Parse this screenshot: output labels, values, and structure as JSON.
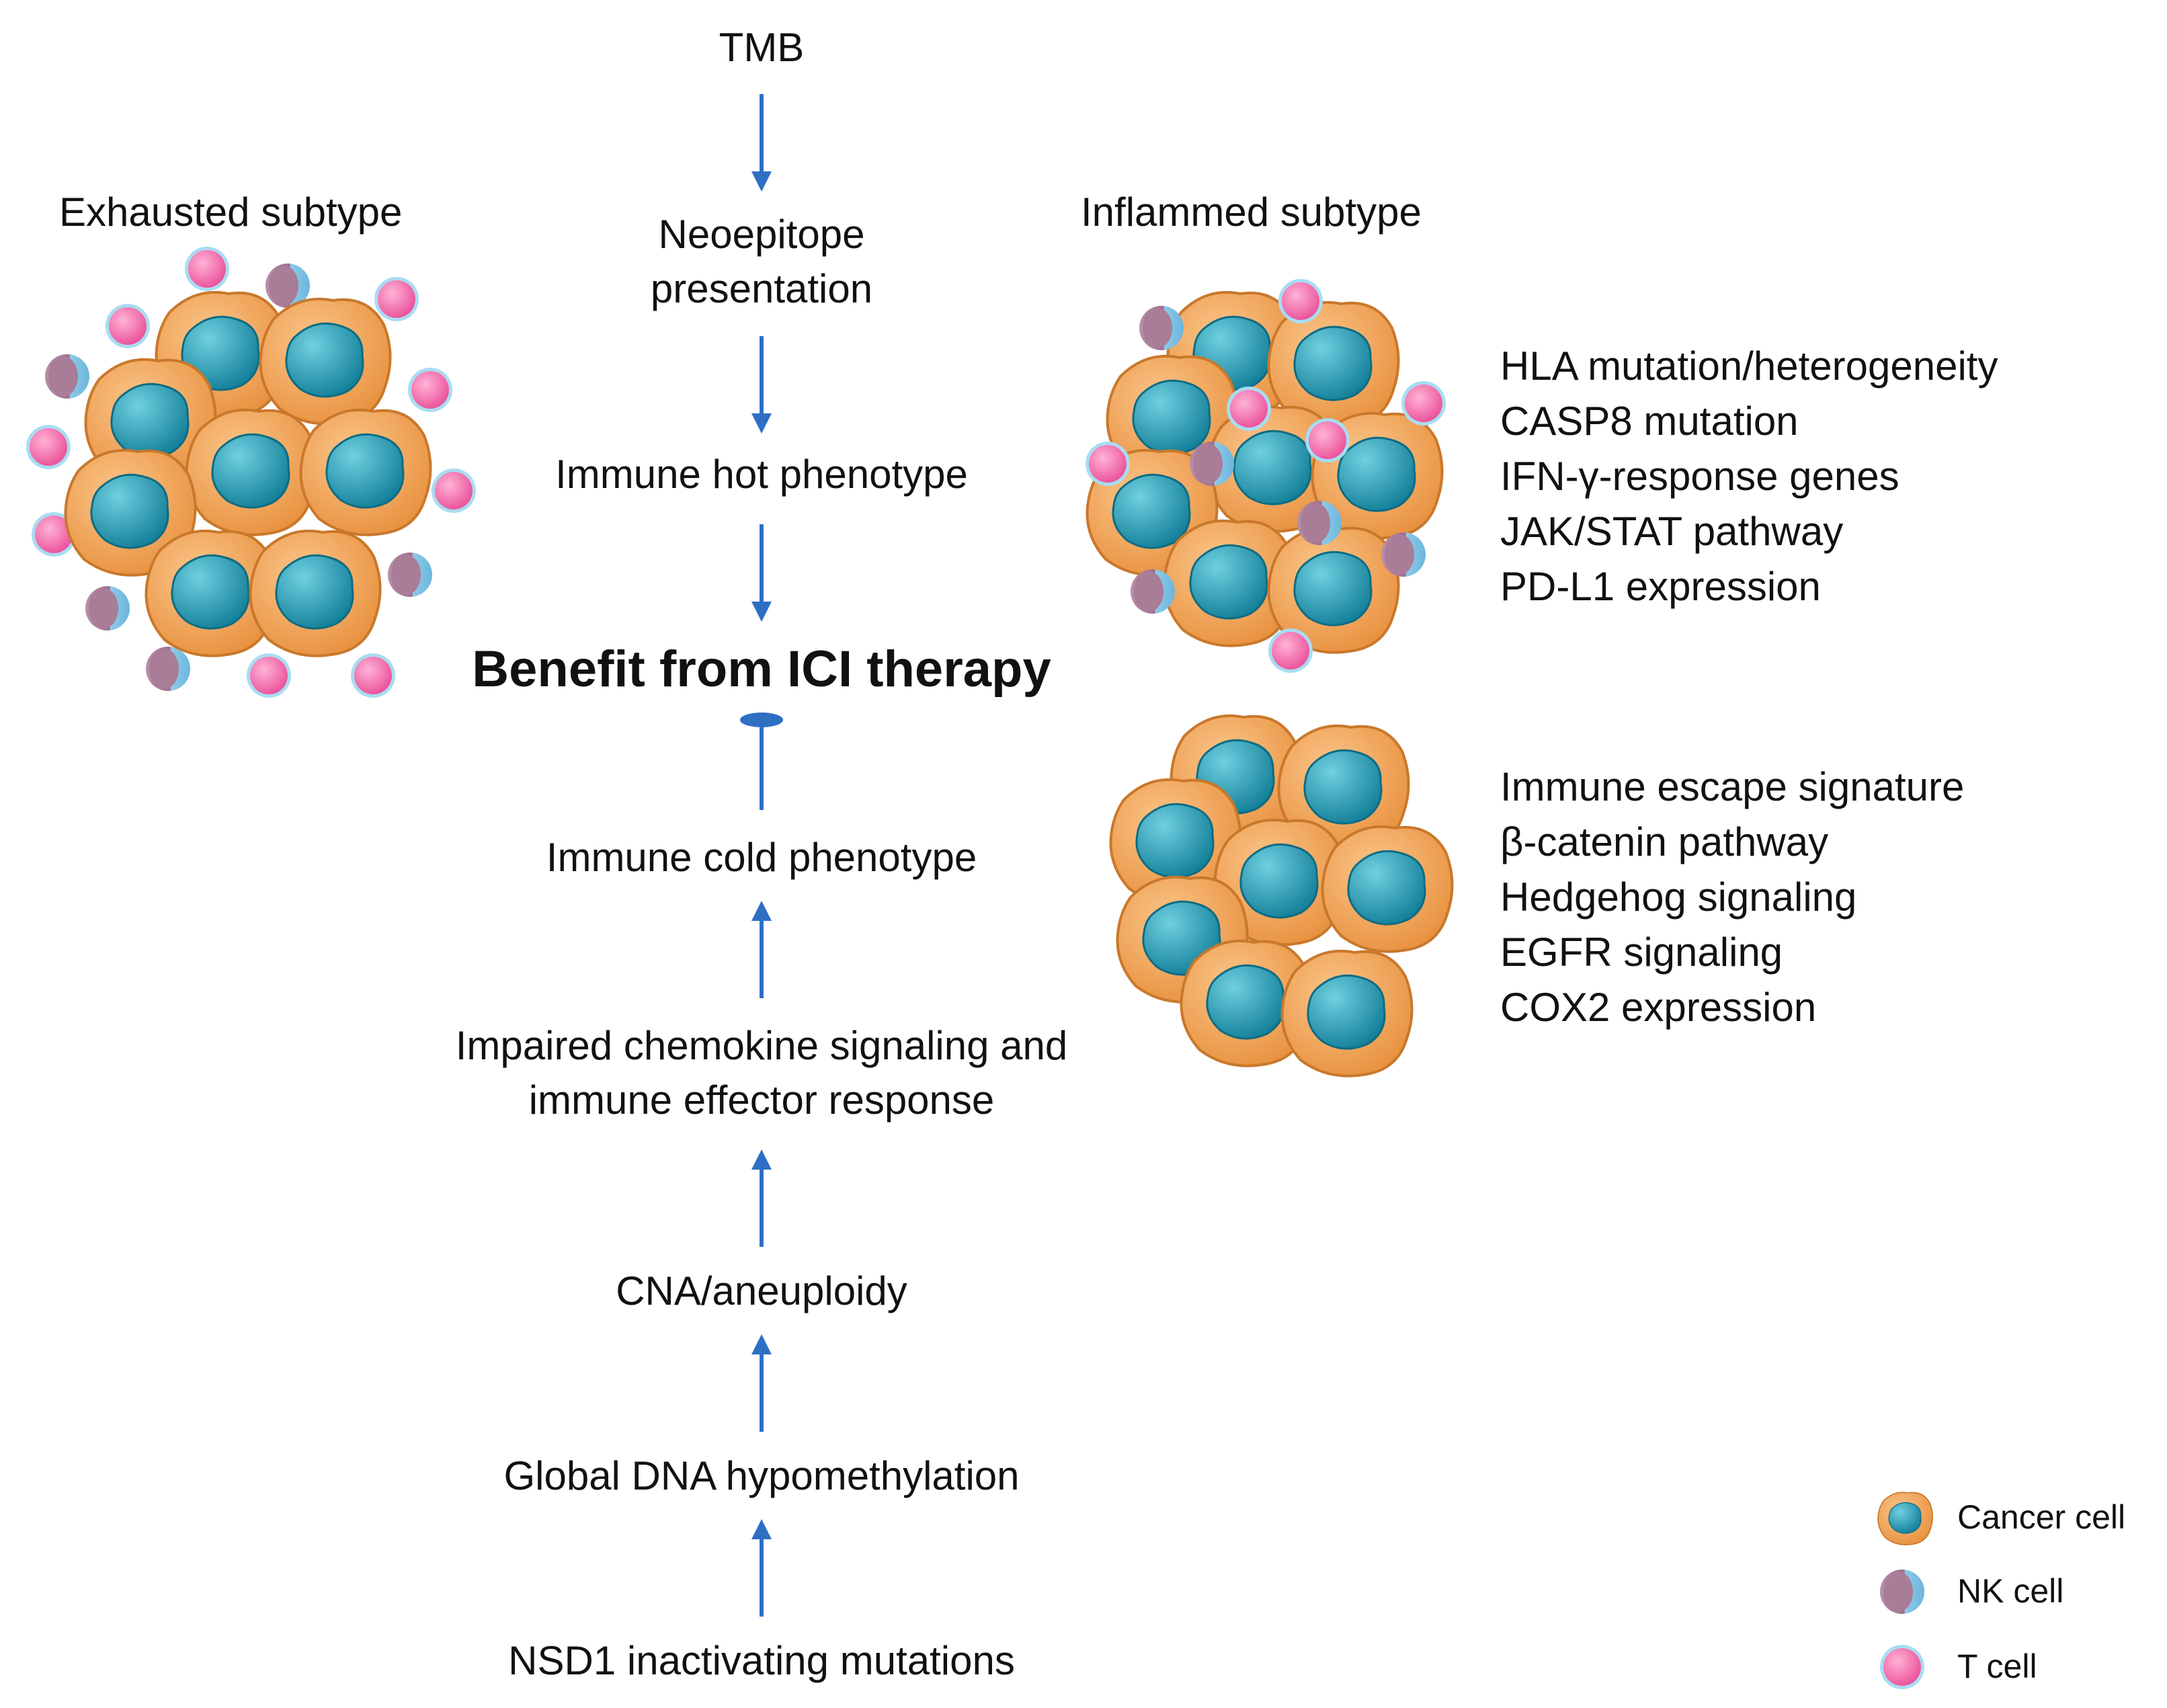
{
  "flow": {
    "tmb": "TMB",
    "neoepitope": "Neoepitope\npresentation",
    "hot": "Immune hot phenotype",
    "benefit": "Benefit from ICI therapy",
    "cold": "Immune cold phenotype",
    "impaired": "Impaired chemokine signaling and\nimmune effector response",
    "cna": "CNA/aneuploidy",
    "hypometh": "Global DNA hypomethylation",
    "nsd1": "NSD1 inactivating mutations"
  },
  "subtypes": {
    "exhausted": "Exhausted subtype",
    "inflamed": "Inflammed subtype"
  },
  "inflamed_features": [
    "HLA mutation/heterogeneity",
    "CASP8 mutation",
    "IFN-γ-response  genes",
    "JAK/STAT pathway",
    "PD-L1 expression"
  ],
  "cold_features": [
    "Immune  escape signature",
    "β-catenin pathway",
    "Hedgehog signaling",
    "EGFR signaling",
    "COX2 expression"
  ],
  "legend": [
    {
      "label": "Cancer cell",
      "icon": "cancer-cell-icon"
    },
    {
      "label": "NK cell",
      "icon": "nk-cell-icon"
    },
    {
      "label": "T cell",
      "icon": "t-cell-icon"
    }
  ],
  "colors": {
    "arrow": "#2e6fc4",
    "cell_orange": "#f2a456",
    "cell_orange_dark": "#d07a2a",
    "nucleus": "#1f8fa8",
    "nucleus_light": "#5fc3d6",
    "t_cell": "#f06aa8",
    "nk_cell": "#a77b95",
    "halo": "#7fc7e8"
  }
}
